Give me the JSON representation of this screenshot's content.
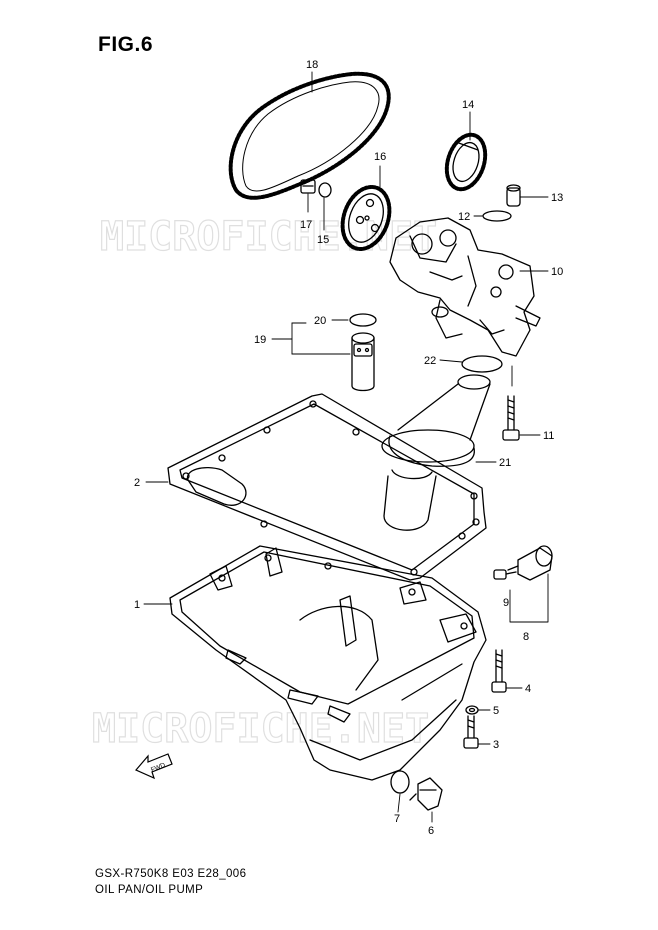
{
  "figure": {
    "title": "FIG.6",
    "model_code": "GSX-R750K8 E03 E28_006",
    "caption": "OIL PAN/OIL PUMP"
  },
  "watermark": {
    "text": "MICROFICHE.NET"
  },
  "direction_marker": {
    "text": "FWD"
  },
  "callouts": [
    {
      "num": "1",
      "part": "oil-pan"
    },
    {
      "num": "2",
      "part": "oil-pan-gasket"
    },
    {
      "num": "3",
      "part": "oil-pan-bolt"
    },
    {
      "num": "4",
      "part": "oil-pan-bolt-long"
    },
    {
      "num": "5",
      "part": "washer"
    },
    {
      "num": "6",
      "part": "drain-plug"
    },
    {
      "num": "7",
      "part": "drain-plug-gasket"
    },
    {
      "num": "8",
      "part": "oil-pressure-switch"
    },
    {
      "num": "9",
      "part": "switch-bolt"
    },
    {
      "num": "10",
      "part": "oil-pump"
    },
    {
      "num": "11",
      "part": "oil-pump-bolt"
    },
    {
      "num": "12",
      "part": "o-ring"
    },
    {
      "num": "13",
      "part": "dowel-pin"
    },
    {
      "num": "14",
      "part": "pump-drive-sprocket"
    },
    {
      "num": "15",
      "part": "washer-small"
    },
    {
      "num": "16",
      "part": "oil-pump-sprocket"
    },
    {
      "num": "17",
      "part": "sprocket-bolt"
    },
    {
      "num": "18",
      "part": "oil-pump-drive-chain"
    },
    {
      "num": "19",
      "part": "pipe-assembly"
    },
    {
      "num": "20",
      "part": "pipe-o-ring"
    },
    {
      "num": "21",
      "part": "oil-strainer"
    },
    {
      "num": "22",
      "part": "strainer-o-ring"
    }
  ]
}
